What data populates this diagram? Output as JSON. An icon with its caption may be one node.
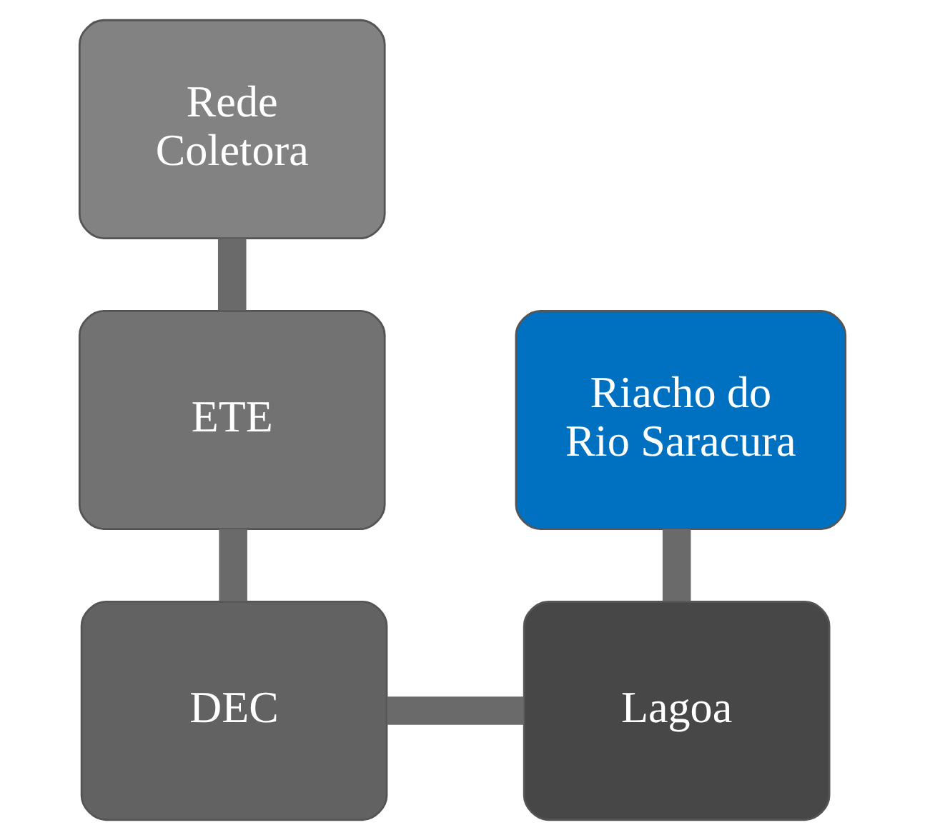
{
  "diagram": {
    "nodes": [
      {
        "text": [
          "Rede Coletora"
        ]
      },
      {
        "text": [
          "ETE"
        ]
      },
      {
        "text": [
          "Riacho do Rio Saracura"
        ]
      },
      {
        "text": [
          "DEC"
        ]
      },
      {
        "text": [
          "Lagoa"
        ]
      }
    ],
    "edges": [
      {
        "from": 0,
        "to": 1,
        "arrow": "none"
      },
      {
        "from": 1,
        "to": 3,
        "arrow": "none"
      },
      {
        "from": 3,
        "to": 4,
        "arrow": "none"
      },
      {
        "from": 2,
        "to": 4,
        "arrow": "none"
      }
    ]
  }
}
